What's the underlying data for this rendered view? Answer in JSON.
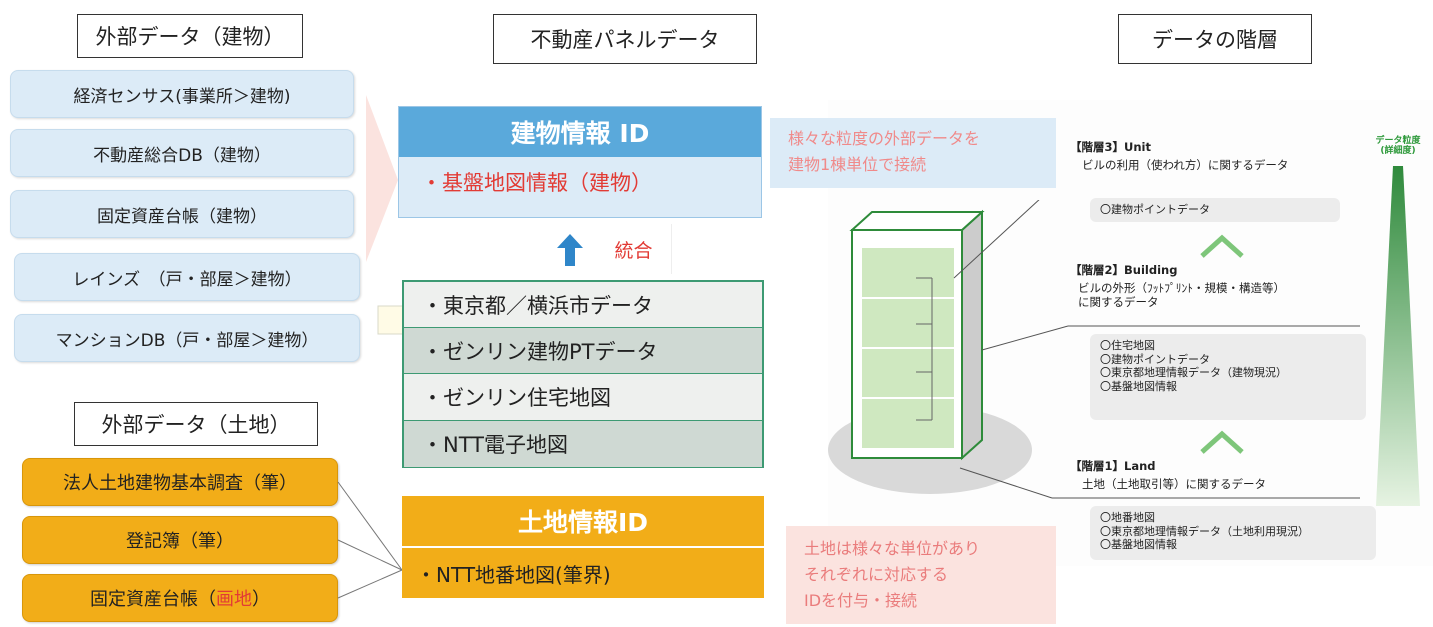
{
  "external_building": {
    "header": "外部データ（建物）",
    "items": [
      "経済センサス(事業所＞建物)",
      "不動産総合DB（建物）",
      "固定資産台帳（建物）",
      "レインズ　（戸・部屋＞建物）",
      "マンションDB（戸・部屋＞建物）"
    ]
  },
  "external_land": {
    "header": "外部データ（土地）",
    "items": [
      "法人土地建物基本調査（筆）",
      "登記簿（筆）"
    ],
    "item3_prefix": "固定資産台帳（",
    "item3_red": "画地",
    "item3_suffix": "）"
  },
  "panel": {
    "header": "不動産パネルデータ",
    "building_id": "建物情報 ID",
    "building_sub": "・基盤地図情報（建物）",
    "integrate": "統合",
    "sources": [
      "・東京都／横浜市データ",
      "・ゼンリン建物PTデータ",
      "・ゼンリン住宅地図",
      "・NTT電子地図"
    ],
    "land_id": "土地情報ID",
    "land_sub": "・NTT地番地図(筆界)"
  },
  "hierarchy": {
    "header": "データの階層",
    "note_building": [
      "様々な粒度の外部データを",
      "建物1棟単位で接続"
    ],
    "note_land": [
      "土地は様々な単位があり",
      "それぞれに対応する",
      "IDを付与・接続"
    ],
    "granularity": [
      "データ粒度",
      "(詳細度)"
    ],
    "level3_title": "【階層3】Unit",
    "level3_desc": "ビルの利用（使われ方）に関するデータ",
    "level3_items": [
      "〇建物ポイントデータ"
    ],
    "level2_title": "【階層2】Building",
    "level2_desc": [
      "ビルの外形（ﾌｯﾄﾌﾟﾘﾝﾄ・規模・構造等）",
      "に関するデータ"
    ],
    "level2_items": [
      "〇住宅地図",
      "〇建物ポイントデータ",
      "〇東京都地理情報データ（建物現況）",
      "〇基盤地図情報"
    ],
    "level1_title": "【階層1】Land",
    "level1_desc": "土地（土地取引等）に関するデータ",
    "level1_items": [
      "〇地番地図",
      "〇東京都地理情報データ（土地利用現況）",
      "〇基盤地図情報"
    ]
  },
  "colors": {
    "blue_header": "#5aa9db",
    "orange": "#f2ad18",
    "green_border": "#3d9a73",
    "red_text": "#e23b35"
  }
}
